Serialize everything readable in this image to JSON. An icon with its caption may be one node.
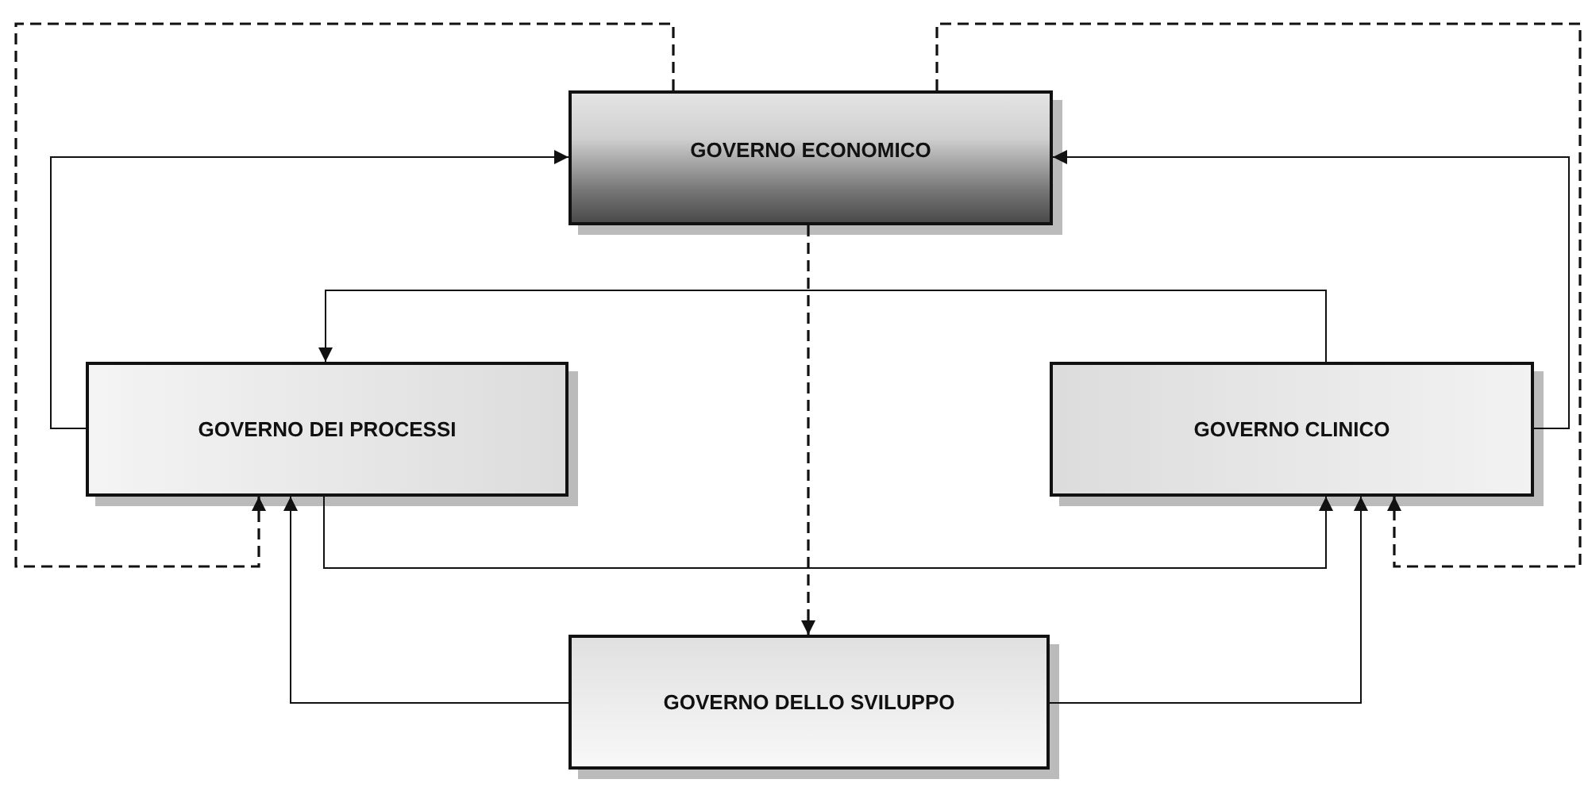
{
  "diagram": {
    "nodes": [
      {
        "text": [
          "GOVERNO ECONOMICO"
        ]
      },
      {
        "text": [
          "GOVERNO DEI PROCESSI"
        ]
      },
      {
        "text": [
          "GOVERNO CLINICO"
        ]
      },
      {
        "text": [
          "GOVERNO DELLO SVILUPPO"
        ]
      }
    ],
    "edges": [
      {
        "from": 1,
        "to": 0,
        "arrow": "to"
      },
      {
        "from": 2,
        "to": 0,
        "arrow": "to"
      },
      {
        "from": 2,
        "to": 1,
        "arrow": "to"
      },
      {
        "from": 0,
        "to": 3,
        "arrow": "to",
        "style": "dashed"
      },
      {
        "from": 1,
        "to": 2,
        "arrow": "to"
      },
      {
        "from": 3,
        "to": 1,
        "arrow": "to"
      },
      {
        "from": 3,
        "to": 2,
        "arrow": "to"
      },
      {
        "from": 0,
        "to": 1,
        "arrow": "to",
        "style": "dashed"
      },
      {
        "from": 0,
        "to": 2,
        "arrow": "to",
        "style": "dashed"
      }
    ]
  }
}
